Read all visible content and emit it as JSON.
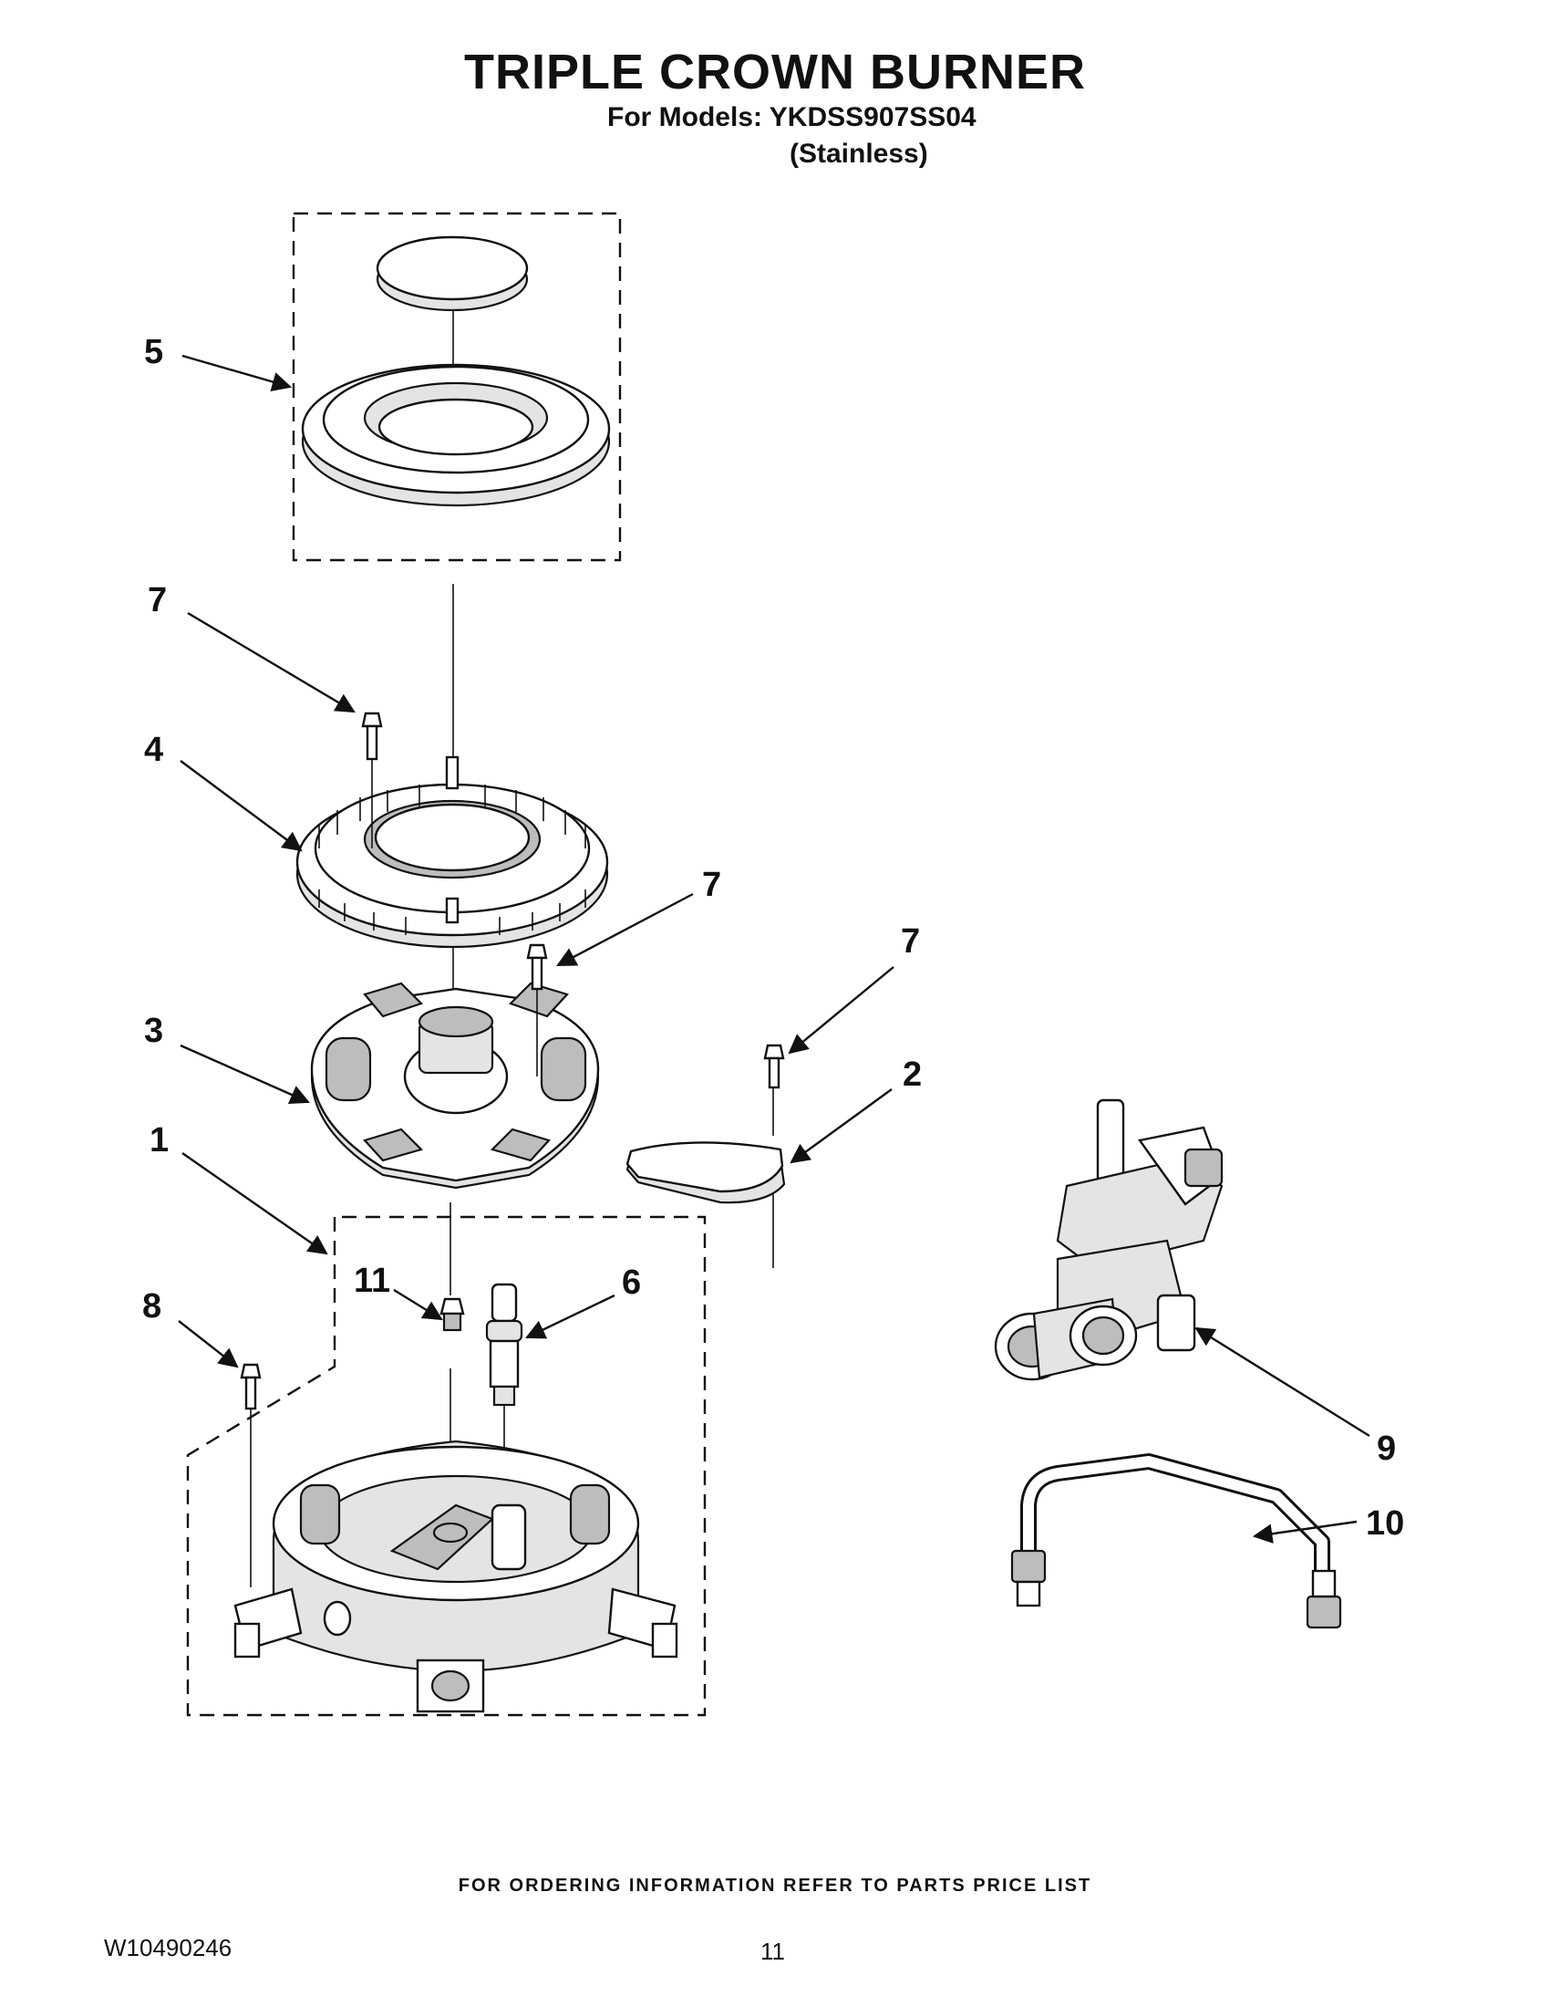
{
  "header": {
    "title": "TRIPLE CROWN BURNER",
    "models_line": "For Models: YKDSS907SS04",
    "variant": "(Stainless)"
  },
  "callouts": [
    {
      "id": "c5",
      "label": "5"
    },
    {
      "id": "c7a",
      "label": "7"
    },
    {
      "id": "c4",
      "label": "4"
    },
    {
      "id": "c7b",
      "label": "7"
    },
    {
      "id": "c7c",
      "label": "7"
    },
    {
      "id": "c3",
      "label": "3"
    },
    {
      "id": "c2",
      "label": "2"
    },
    {
      "id": "c1",
      "label": "1"
    },
    {
      "id": "c11",
      "label": "11"
    },
    {
      "id": "c6",
      "label": "6"
    },
    {
      "id": "c8",
      "label": "8"
    },
    {
      "id": "c9",
      "label": "9"
    },
    {
      "id": "c10",
      "label": "10"
    }
  ],
  "footer": {
    "ordering_note": "FOR ORDERING INFORMATION REFER TO PARTS PRICE LIST",
    "doc_number": "W10490246",
    "page_number": "11"
  }
}
